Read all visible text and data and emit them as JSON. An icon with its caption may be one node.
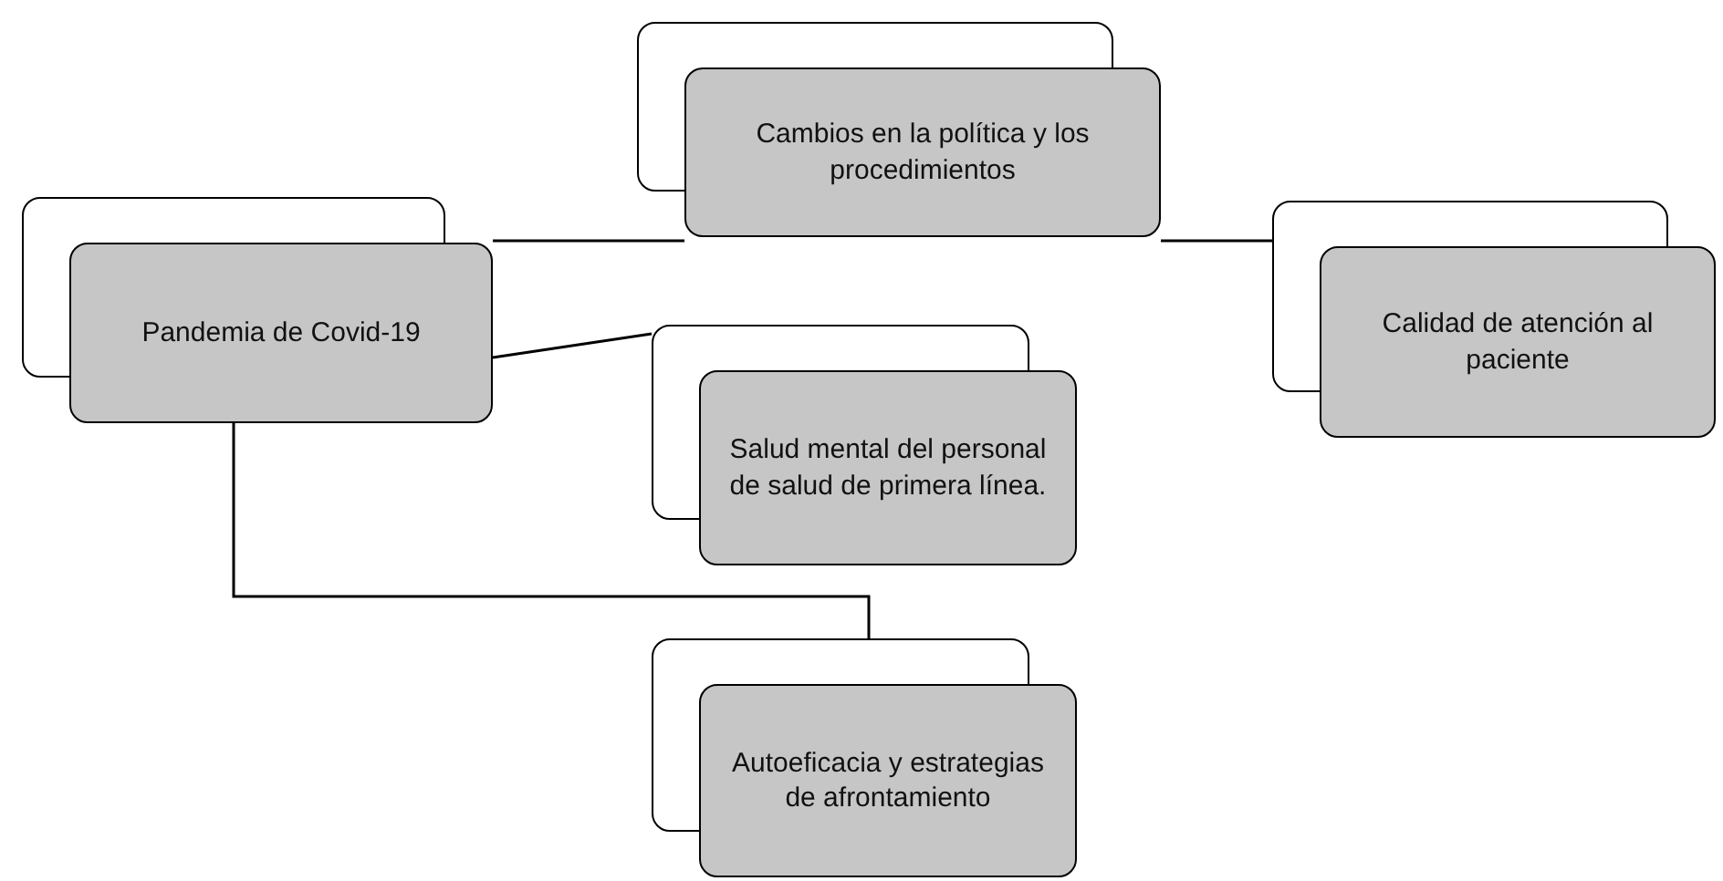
{
  "diagram": {
    "nodes": [
      {
        "text": [
          "Cambios en la política y los procedimientos"
        ]
      },
      {
        "text": [
          "Pandemia de Covid-19"
        ]
      },
      {
        "text": [
          "Calidad de atención al paciente"
        ]
      },
      {
        "text": [
          "Salud mental del personal de salud de primera línea."
        ]
      },
      {
        "text": [
          "Autoeficacia y estrategias de afrontamiento"
        ]
      }
    ],
    "edges": [
      {
        "from": 0,
        "to": 1,
        "arrow": "none"
      },
      {
        "from": 0,
        "to": 2,
        "arrow": "none"
      },
      {
        "from": 1,
        "to": 3,
        "arrow": "none"
      },
      {
        "from": 1,
        "to": 4,
        "arrow": "none"
      }
    ]
  }
}
